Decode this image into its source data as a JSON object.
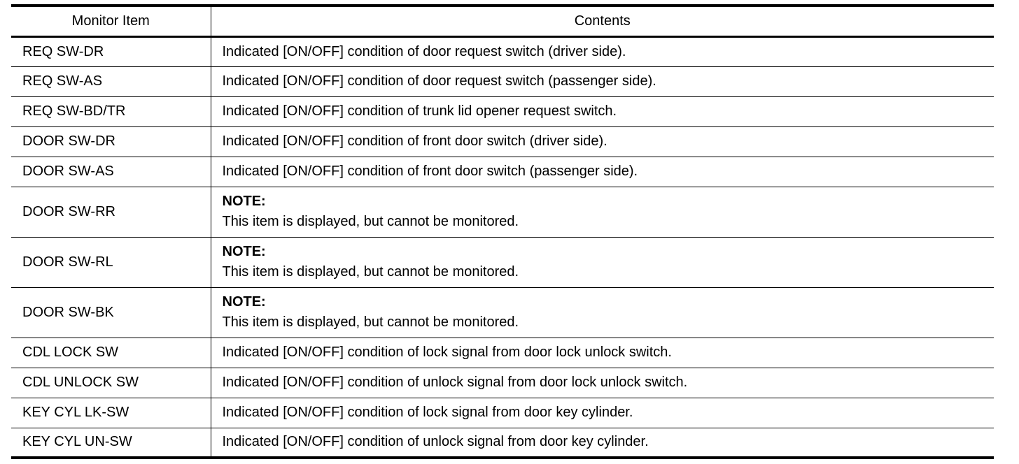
{
  "table": {
    "headers": [
      "Monitor Item",
      "Contents"
    ],
    "rows": [
      {
        "item": "REQ SW-DR",
        "contents": "Indicated [ON/OFF] condition of door request switch (driver side)."
      },
      {
        "item": "REQ SW-AS",
        "contents": "Indicated [ON/OFF] condition of door request switch (passenger side)."
      },
      {
        "item": "REQ SW-BD/TR",
        "contents": "Indicated [ON/OFF] condition of trunk lid opener request switch."
      },
      {
        "item": "DOOR SW-DR",
        "contents": "Indicated [ON/OFF] condition of front door switch (driver side)."
      },
      {
        "item": "DOOR SW-AS",
        "contents": "Indicated [ON/OFF] condition of front door switch (passenger side)."
      },
      {
        "item": "DOOR SW-RR",
        "note_label": "NOTE:",
        "note_text": "This item is displayed, but cannot be monitored."
      },
      {
        "item": "DOOR SW-RL",
        "note_label": "NOTE:",
        "note_text": "This item is displayed, but cannot be monitored."
      },
      {
        "item": "DOOR SW-BK",
        "note_label": "NOTE:",
        "note_text": "This item is displayed, but cannot be monitored."
      },
      {
        "item": "CDL LOCK SW",
        "contents": "Indicated [ON/OFF] condition of lock signal from door lock unlock switch."
      },
      {
        "item": "CDL UNLOCK SW",
        "contents": "Indicated [ON/OFF] condition of unlock signal from door lock unlock switch."
      },
      {
        "item": "KEY CYL LK-SW",
        "contents": "Indicated [ON/OFF] condition of lock signal from door key cylinder."
      },
      {
        "item": "KEY CYL UN-SW",
        "contents": "Indicated [ON/OFF] condition of unlock signal from door key cylinder."
      }
    ]
  }
}
